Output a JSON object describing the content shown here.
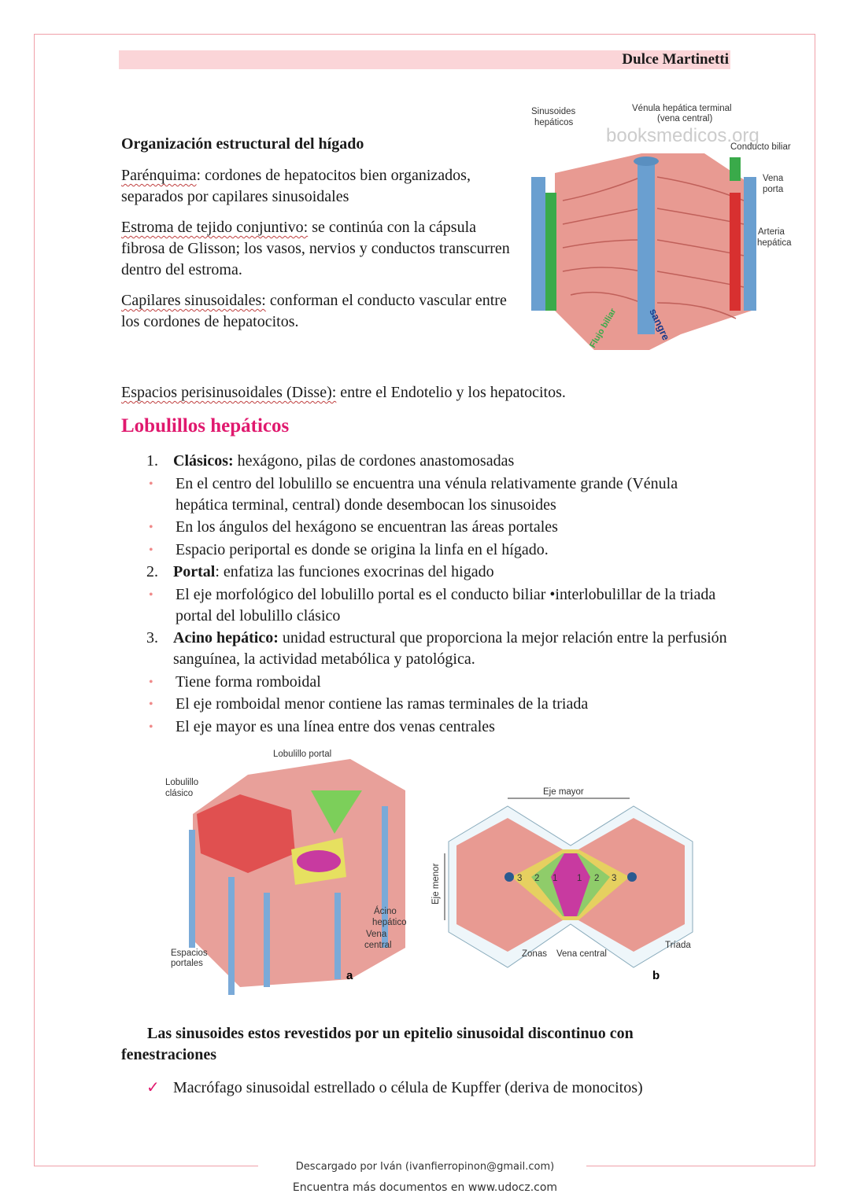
{
  "header": {
    "author": "Dulce Martinetti"
  },
  "section1": {
    "title": "Organización estructural del hígado",
    "paragraphs": [
      {
        "term": "Parénquima",
        "text": ": cordones de hepatocitos bien organizados, separados por capilares sinusoidales"
      },
      {
        "term": "Estroma de tejido conjuntivo:",
        "text": " se continúa con la cápsula fibrosa de Glisson; los vasos, nervios y conductos transcurren dentro del estroma."
      },
      {
        "term": "Capilares sinusoidales:",
        "text": " conforman el conducto vascular entre los cordones de hepatocitos."
      },
      {
        "term": "Espacios perisinusoidales (Disse):",
        "text": " entre el Endotelio y los hepatocitos."
      }
    ]
  },
  "figure1": {
    "labels": {
      "sinusoides": "Sinusoides",
      "hepaticos": "hepáticos",
      "venula": "Vénula hepática terminal",
      "vena_central": "(vena central)",
      "watermark": "booksmedicos.org",
      "conducto": "Conducto biliar",
      "vena": "Vena",
      "porta": "porta",
      "arteria": "Arteria",
      "hepatica": "hepática",
      "flujo": "Flujo biliar",
      "sangre": "sangre"
    },
    "colors": {
      "parenchyma": "#e89a92",
      "vein": "#6a9fd0",
      "artery": "#d83030",
      "bile": "#3aaa4a"
    }
  },
  "section2": {
    "title": "Lobulillos hepáticos",
    "items": [
      {
        "marker": "1.",
        "bold": "Clásicos:",
        "text": " hexágono, pilas de cordones anastomosadas"
      },
      {
        "marker": "•",
        "bold": "",
        "text": "En el centro del lobulillo se encuentra una vénula relativamente grande (Vénula hepática terminal, central) donde desembocan los sinusoides"
      },
      {
        "marker": "•",
        "bold": "",
        "text": "En los ángulos del hexágono se encuentran las áreas portales"
      },
      {
        "marker": "•",
        "bold": "",
        "text": "Espacio periportal es donde se origina la linfa en el hígado."
      },
      {
        "marker": "2.",
        "bold": "Portal",
        "text": ": enfatiza las funciones exocrinas del higado"
      },
      {
        "marker": "•",
        "bold": "",
        "text": "El eje morfológico del lobulillo portal es el conducto biliar •interlobulillar de la triada portal del lobulillo clásico"
      },
      {
        "marker": "3.",
        "bold": "Acino hepático:",
        "text": " unidad estructural que proporciona la mejor relación entre la perfusión sanguínea, la actividad metabólica y patológica."
      },
      {
        "marker": "•",
        "bold": "",
        "text": "Tiene forma romboidal"
      },
      {
        "marker": "•",
        "bold": "",
        "text": "El eje romboidal menor contiene las ramas terminales de la triada"
      },
      {
        "marker": "•",
        "bold": "",
        "text": "El eje mayor es una línea entre dos venas centrales"
      }
    ]
  },
  "figure2": {
    "a": {
      "lobulillo_portal": "Lobulillo portal",
      "lobulillo": "Lobulillo",
      "clasico": "clásico",
      "acino": "Ácino",
      "hepatico": "hepático",
      "vena": "Vena",
      "central": "central",
      "espacios": "Espacios",
      "portales": "portales",
      "letter": "a"
    },
    "b": {
      "eje_mayor": "Eje mayor",
      "eje_menor": "Eje menor",
      "zones": [
        "3",
        "2",
        "1",
        "1",
        "2",
        "3"
      ],
      "zonas": "Zonas",
      "vena_central": "Vena central",
      "triada": "Tríada",
      "letter": "b"
    }
  },
  "section3": {
    "title": "Las sinusoides estos revestidos por un epitelio sinusoidal discontinuo con fenestraciones",
    "check_items": [
      {
        "marker": "✓",
        "text": "Macrófago sinusoidal estrellado o célula de Kupffer (deriva de monocitos)"
      }
    ]
  },
  "footer": {
    "downloaded": "Descargado por Iván (ivanfierropinon@gmail.com)",
    "more": "Encuentra más documentos en www.udocz.com"
  }
}
